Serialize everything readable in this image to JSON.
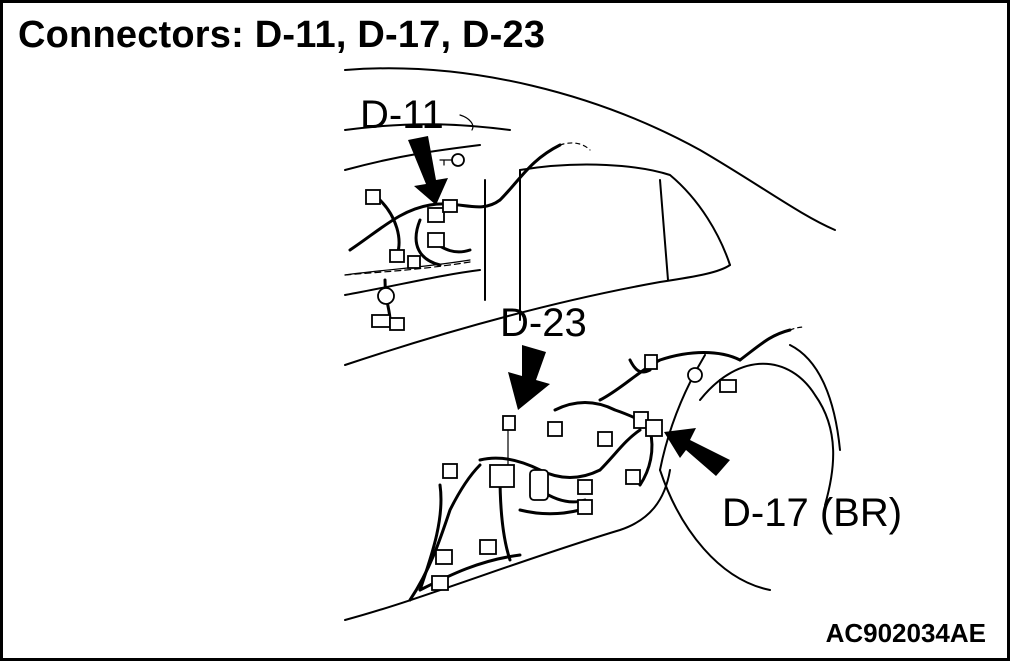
{
  "title": "Connectors: D-11, D-17, D-23",
  "figure_id": "AC902034AE",
  "callouts": {
    "d11": "D-11",
    "d23": "D-23",
    "d17": "D-17 (BR)"
  },
  "arrow_icon": "down-arrow-icon"
}
